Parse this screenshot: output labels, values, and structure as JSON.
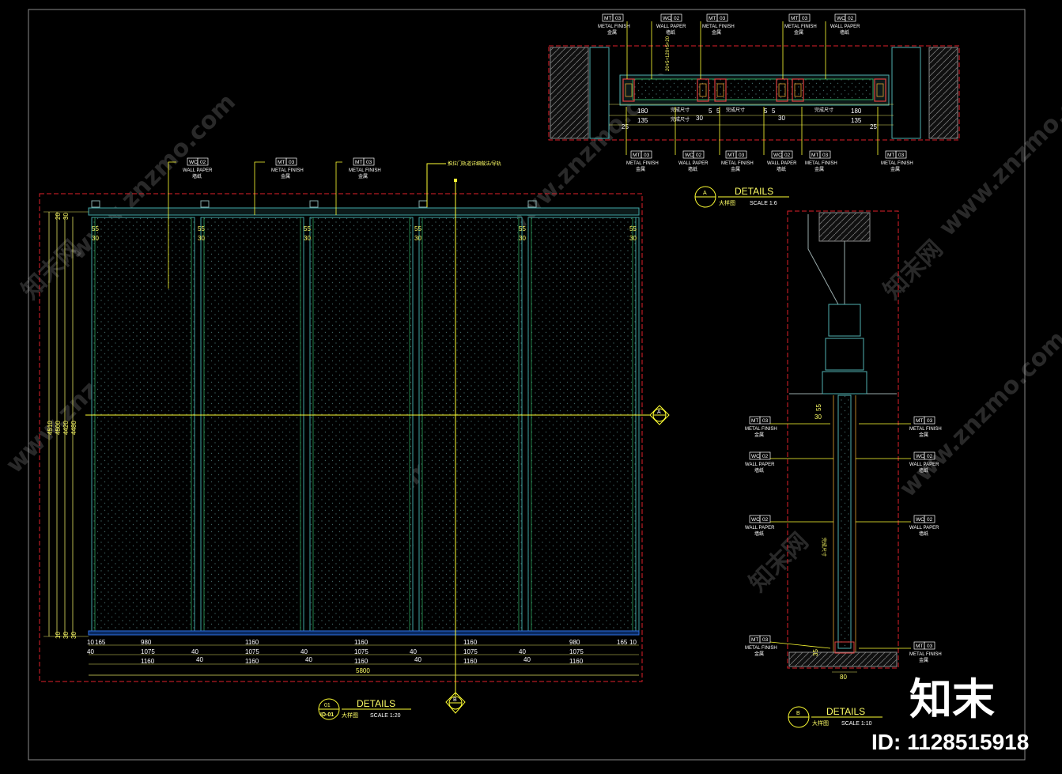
{
  "watermark": {
    "text": "www.znzmo.com",
    "cn": "知末网"
  },
  "brand": {
    "logo": "知末",
    "id_label": "ID: 1128515918"
  },
  "tag_types": {
    "MT03": {
      "code": "MT",
      "num": "03",
      "en": "METAL FINISH",
      "cn": "金属"
    },
    "WC02": {
      "code": "WC",
      "num": "02",
      "en": "WALL PAPER",
      "cn": "墙纸"
    }
  },
  "detail_01": {
    "number": "01",
    "ref": "ID-01",
    "title": "DETAILS",
    "cn": "大样图",
    "scale": "SCALE  1:20",
    "note": "推拉门轨道详细做法/导轨",
    "top_offsets": [
      "55",
      "30"
    ],
    "bottom_widths": [
      "980",
      "1160",
      "1160",
      "1160",
      "980"
    ],
    "bottom_widths2": [
      "1075",
      "1075",
      "1075",
      "1075",
      "1075"
    ],
    "bottom_widths3": [
      "1160",
      "1160",
      "1160",
      "1160",
      "1160"
    ],
    "joints": [
      "40",
      "40",
      "40",
      "40"
    ],
    "left_edge": [
      "10",
      "165"
    ],
    "right_edge": [
      "165",
      "10"
    ],
    "total_width": "5800",
    "left_heights": [
      "4510",
      "4500",
      "4420",
      "4480"
    ],
    "left_bottom": [
      "10",
      "30",
      "30"
    ],
    "left_top": [
      "20",
      "30"
    ]
  },
  "detail_A": {
    "letter": "A",
    "title": "DETAILS",
    "cn": "大样图",
    "scale": "SCALE  1:6",
    "dims": [
      "180",
      "135",
      "180",
      "135",
      "25",
      "25",
      "30",
      "30",
      "5",
      "5",
      "5",
      "5"
    ],
    "notes": [
      "完成尺寸",
      "完成尺寸",
      "完成尺寸",
      "完成尺寸"
    ],
    "vertical_note": "20+5+120+5+20"
  },
  "detail_B": {
    "letter": "B",
    "title": "DETAILS",
    "cn": "大样图",
    "scale": "SCALE  1:10",
    "bottom_dim": "80",
    "dims": [
      "30",
      "55",
      "35"
    ],
    "note": "完成尺寸"
  }
}
